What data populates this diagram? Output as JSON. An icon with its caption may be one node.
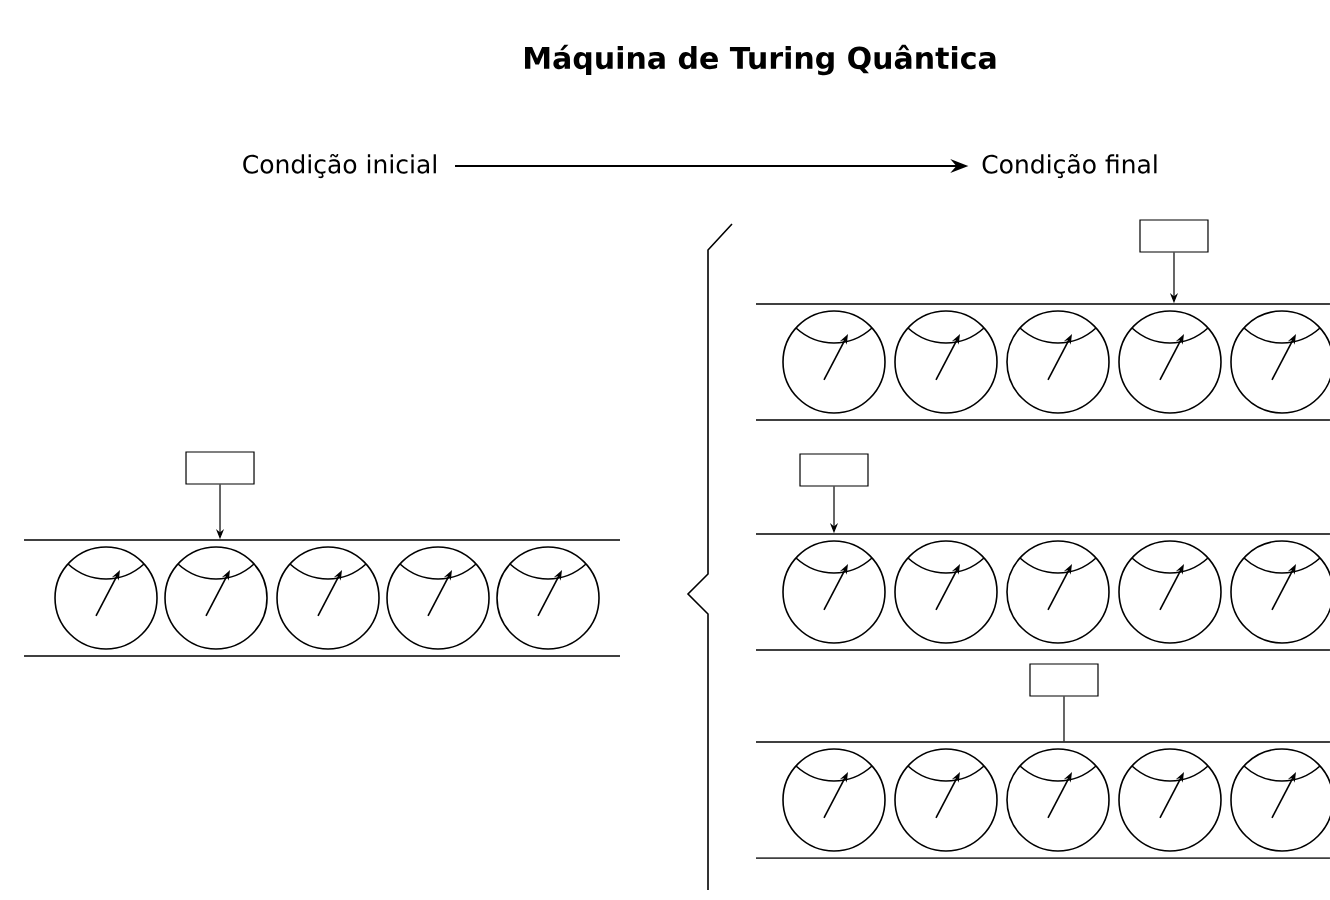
{
  "diagram": {
    "title": "Máquina de Turing Quântica",
    "nodes": [
      {
        "text": [
          "Condição inicial"
        ]
      },
      {
        "text": [
          "Condição final"
        ]
      },
      {
        "text": [],
        "shape": "box"
      },
      {
        "text": [],
        "shape": "box"
      },
      {
        "text": [],
        "shape": "box"
      },
      {
        "text": [],
        "shape": "box"
      },
      {
        "text": [],
        "shape": "bar"
      },
      {
        "text": [],
        "shape": "bar"
      },
      {
        "text": [],
        "shape": "bar"
      },
      {
        "text": [],
        "shape": "bar"
      }
    ],
    "edges": [
      {
        "from": 0,
        "to": 1,
        "arrow": "to"
      },
      {
        "from": 2,
        "to": 6,
        "arrow": "to"
      },
      {
        "from": 3,
        "to": 7,
        "arrow": "to"
      },
      {
        "from": 4,
        "to": 8,
        "arrow": "to"
      },
      {
        "from": 5,
        "to": 9,
        "arrow": "none"
      }
    ]
  }
}
